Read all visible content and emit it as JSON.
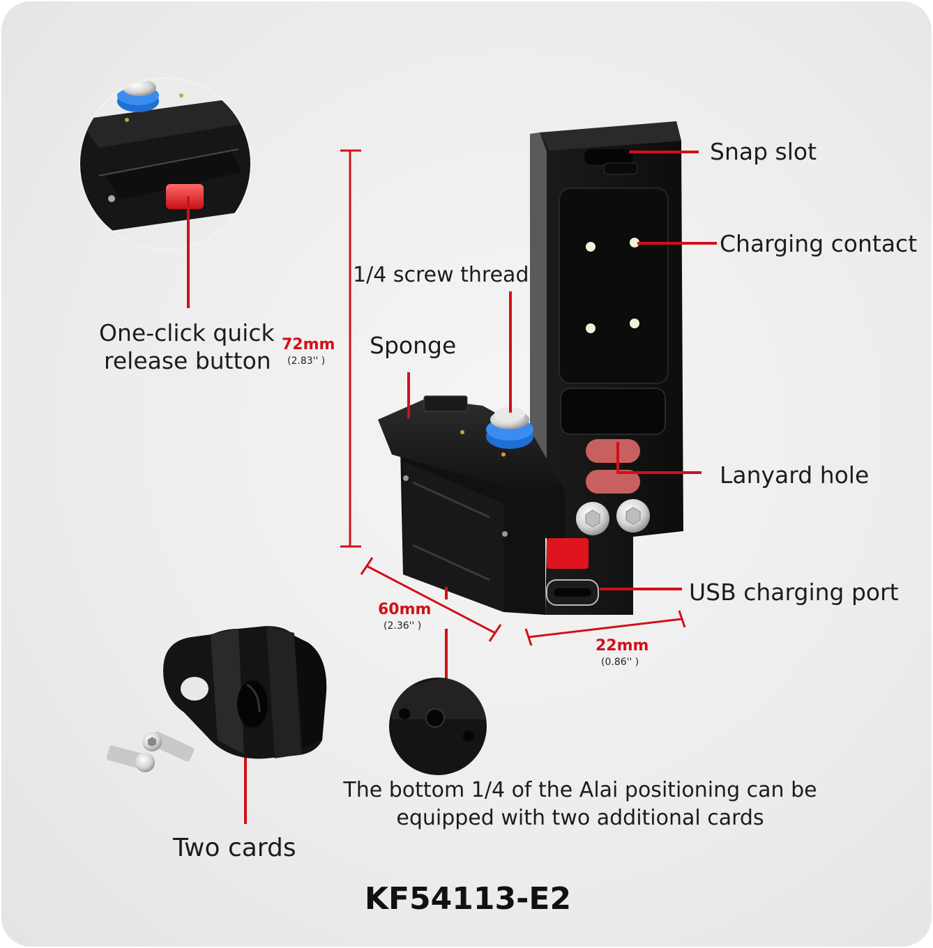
{
  "product": {
    "model": "KF54113-E2"
  },
  "callouts": {
    "snap_slot": "Snap slot",
    "charging_contact": "Charging contact",
    "screw_thread": "1/4 screw thread",
    "sponge": "Sponge",
    "quick_release_line1": "One-click quick",
    "quick_release_line2": "release button",
    "lanyard_hole": "Lanyard hole",
    "usb_port": "USB charging port",
    "two_cards": "Two cards",
    "bottom_note": "The bottom 1/4 of the Alai positioning can be\nequipped with two additional cards"
  },
  "dimensions": {
    "height": {
      "main": "72mm",
      "sub": "(2.83'' )"
    },
    "depth": {
      "main": "60mm",
      "sub": "(2.36'' )"
    },
    "width": {
      "main": "22mm",
      "sub": "(0.86'' )"
    }
  },
  "colors": {
    "accent_red": "#d0101a",
    "body_black": "#141414",
    "screw_blue": "#1f6fd6"
  },
  "icons": [
    "snap-slot-icon",
    "charging-pin-icon",
    "thumb-screw-icon",
    "lanyard-hole-icon",
    "hex-bolt-icon",
    "usb-c-port-icon",
    "adapter-card-icon",
    "cap-screw-icon"
  ]
}
